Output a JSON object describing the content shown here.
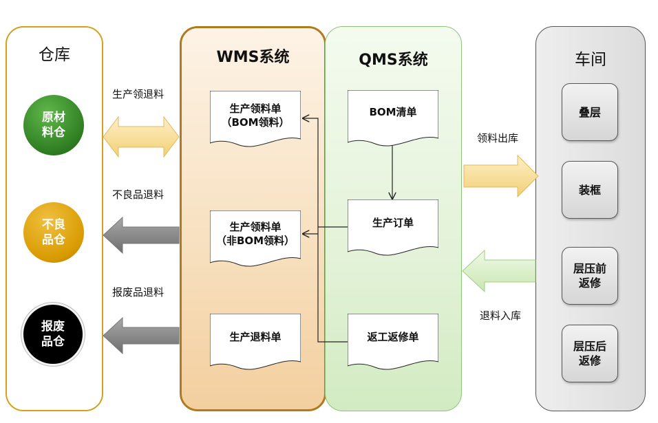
{
  "panels": {
    "warehouse": {
      "title": "仓库"
    },
    "wms": {
      "title": "WMS系统"
    },
    "qms": {
      "title": "QMS系统"
    },
    "workshop": {
      "title": "车间"
    }
  },
  "warehouses": [
    {
      "label": "原材\n料仓",
      "color": "#3a8a2a"
    },
    {
      "label": "不良\n品仓",
      "color": "#d89a00"
    },
    {
      "label": "报废\n品仓",
      "color": "#000000"
    }
  ],
  "flows_left": [
    {
      "label": "生产领退料"
    },
    {
      "label": "不良品退料"
    },
    {
      "label": "报废品退料"
    }
  ],
  "wms_docs": [
    {
      "label": "生产领料单\n（BOM领料）"
    },
    {
      "label": "生产领料单\n（非BOM领料）"
    },
    {
      "label": "生产退料单"
    }
  ],
  "qms_docs": [
    {
      "label": "BOM清单"
    },
    {
      "label": "生产订单"
    },
    {
      "label": "返工返修单"
    }
  ],
  "flows_right": [
    {
      "label": "领料出库"
    },
    {
      "label": "退料入库"
    }
  ],
  "workshop_items": [
    {
      "label": "叠层"
    },
    {
      "label": "装框"
    },
    {
      "label": "层压前\n返修"
    },
    {
      "label": "层压后\n返修"
    }
  ],
  "colors": {
    "warehouse_border": "#d4a017",
    "wms_border": "#b07a1e",
    "wms_fill": "#f6dcb8",
    "qms_border": "#8cc47a",
    "qms_fill": "#e3f2d8",
    "workshop_border": "#555555",
    "workshop_fill": "#e4e4e4",
    "arrow_orange": "#f8d98a",
    "arrow_gray": "#8c8c8c",
    "arrow_green": "#dcefc8"
  }
}
